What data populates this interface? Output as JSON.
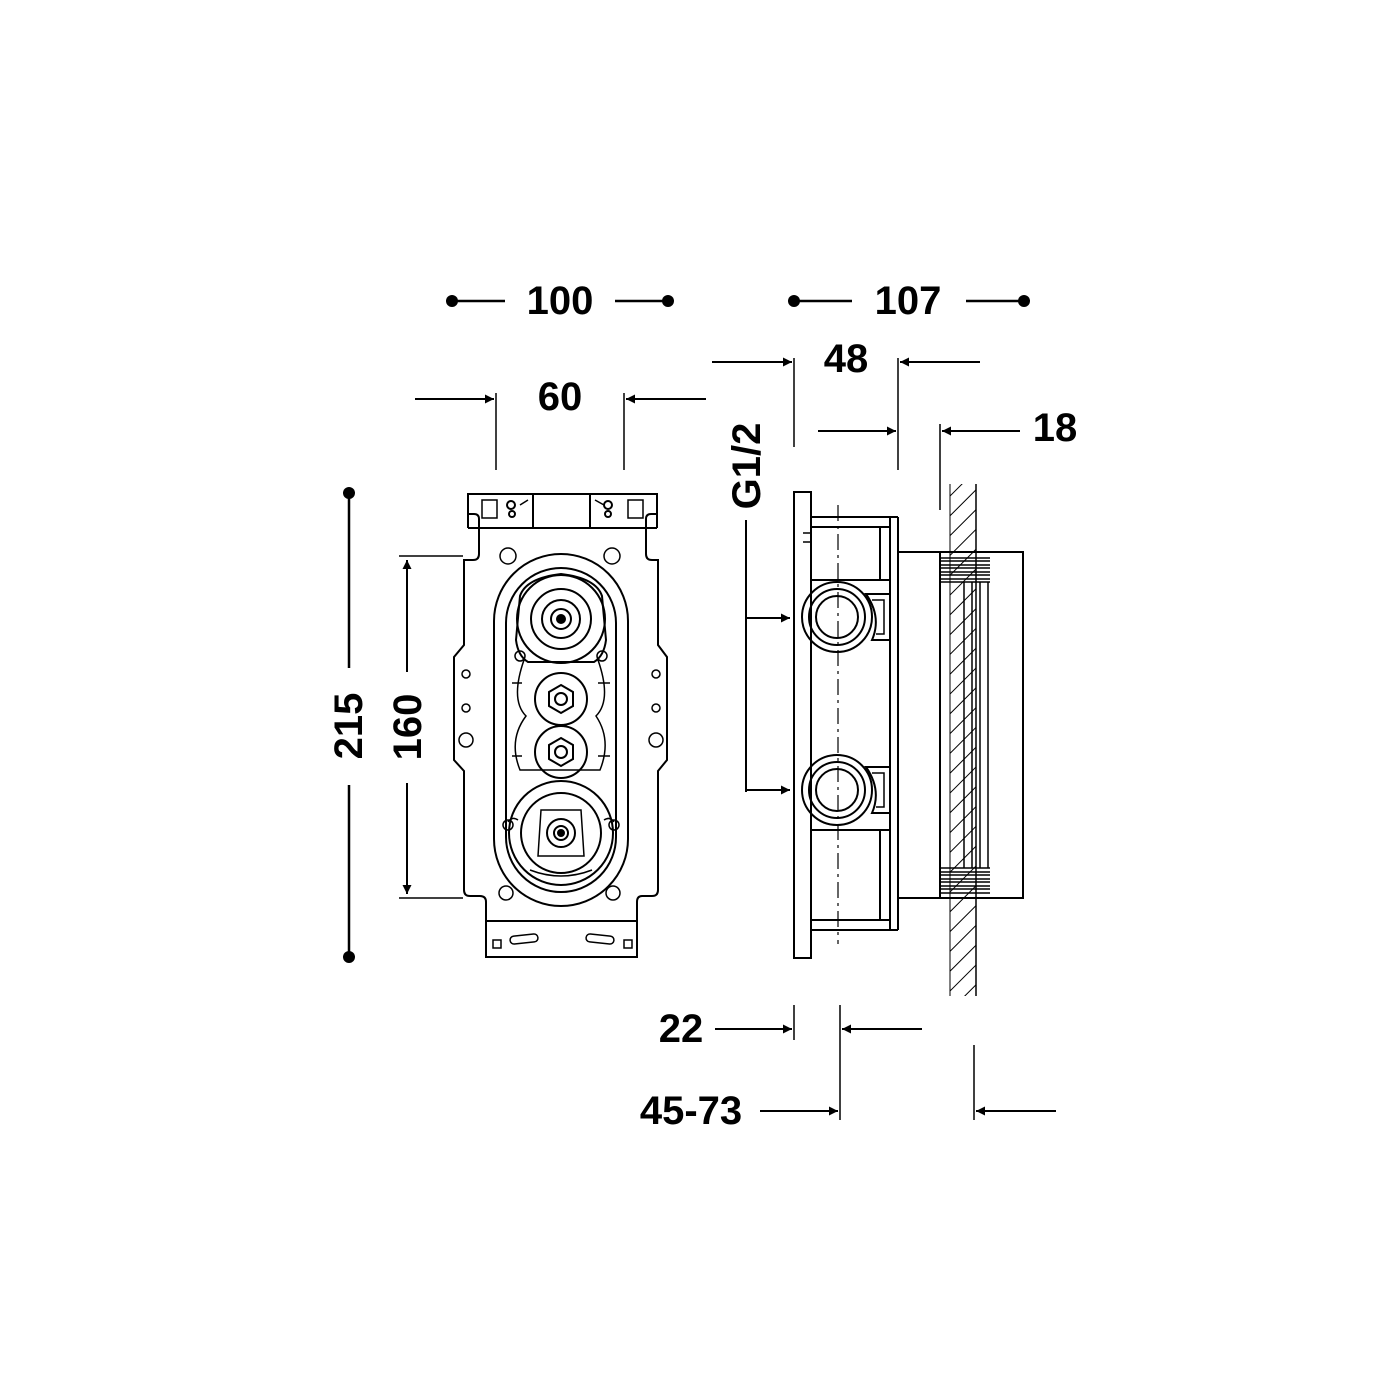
{
  "dimensions": {
    "overall_width": "100",
    "depth_total": "107",
    "inner_width": "60",
    "depth_front": "48",
    "wall_offset": "18",
    "inlet_thread": "G1/2",
    "overall_height": "215",
    "inner_height": "160",
    "plaster_min": "22",
    "embed_range": "45-73"
  },
  "colors": {
    "ink": "#000000",
    "background": "#ffffff"
  }
}
